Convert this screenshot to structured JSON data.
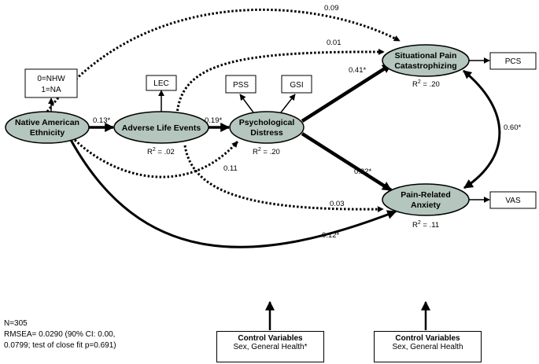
{
  "nodes": {
    "native_american": {
      "line1": "Native American",
      "line2": "Ethnicity"
    },
    "adverse_life": {
      "line1": "Adverse Life Events"
    },
    "psych_distress": {
      "line1": "Psychological",
      "line2": "Distress"
    },
    "situational_pain": {
      "line1": "Situational Pain",
      "line2": "Catastrophizing"
    },
    "pain_anxiety": {
      "line1": "Pain-Related",
      "line2": "Anxiety"
    }
  },
  "indicators": {
    "ethnicity_code_1": "0=NHW",
    "ethnicity_code_2": "1=NA",
    "lec": "LEC",
    "pss": "PSS",
    "gsi": "GSI",
    "pcs": "PCS",
    "vas": "VAS"
  },
  "r_squared": {
    "adverse_life": ".02",
    "psych_distress": ".20",
    "situational_pain": ".20",
    "pain_anxiety": ".11"
  },
  "r2_prefix": "R",
  "r2_sup": "2",
  "r2_eq": " = ",
  "paths": {
    "na_to_situational": "0.09",
    "adverse_to_situational": "0.01",
    "psych_to_situational": "0.41*",
    "na_to_adverse": "0.13*",
    "adverse_to_psych": "0.19*",
    "situational_anxiety_cov": "0.60*",
    "na_to_psych": "0.11",
    "psych_to_anxiety": "0.22*",
    "adverse_to_anxiety": "0.03",
    "na_to_anxiety": "0.12*"
  },
  "notes": {
    "line1": "N=305",
    "line2": "RMSEA= 0.0290 (90% CI: 0.00,",
    "line3": "0.0799; test of close fit p=0.691)"
  },
  "control_variables": [
    {
      "title": "Control Variables",
      "body": "Sex, General Health*"
    },
    {
      "title": "Control Variables",
      "body": "Sex, General Health"
    }
  ]
}
